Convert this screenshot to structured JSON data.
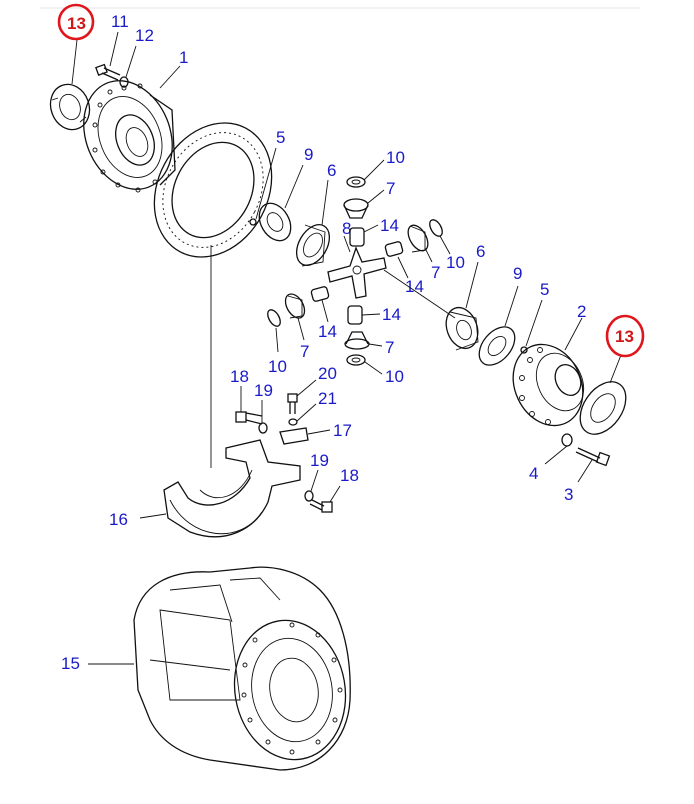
{
  "diagram": {
    "type": "exploded parts diagram",
    "highlight_color": "#e0161d",
    "label_color": "#1a1ac8",
    "highlighted_part": "13",
    "callouts": [
      {
        "id": "c-13a",
        "text": "13",
        "highlighted": true
      },
      {
        "id": "c-11",
        "text": "11"
      },
      {
        "id": "c-12",
        "text": "12"
      },
      {
        "id": "c-1",
        "text": "1"
      },
      {
        "id": "c-5a",
        "text": "5"
      },
      {
        "id": "c-9a",
        "text": "9"
      },
      {
        "id": "c-6a",
        "text": "6"
      },
      {
        "id": "c-10a",
        "text": "10"
      },
      {
        "id": "c-7a",
        "text": "7"
      },
      {
        "id": "c-14a",
        "text": "14"
      },
      {
        "id": "c-8",
        "text": "8"
      },
      {
        "id": "c-7b",
        "text": "7"
      },
      {
        "id": "c-10b",
        "text": "10"
      },
      {
        "id": "c-14b",
        "text": "14"
      },
      {
        "id": "c-6b",
        "text": "6"
      },
      {
        "id": "c-9b",
        "text": "9"
      },
      {
        "id": "c-5b",
        "text": "5"
      },
      {
        "id": "c-2",
        "text": "2"
      },
      {
        "id": "c-13b",
        "text": "13",
        "highlighted": true
      },
      {
        "id": "c-14c",
        "text": "14"
      },
      {
        "id": "c-14d",
        "text": "14"
      },
      {
        "id": "c-10c",
        "text": "10"
      },
      {
        "id": "c-7c",
        "text": "7"
      },
      {
        "id": "c-7d",
        "text": "7"
      },
      {
        "id": "c-10d",
        "text": "10"
      },
      {
        "id": "c-18a",
        "text": "18"
      },
      {
        "id": "c-19a",
        "text": "19"
      },
      {
        "id": "c-20",
        "text": "20"
      },
      {
        "id": "c-21",
        "text": "21"
      },
      {
        "id": "c-17",
        "text": "17"
      },
      {
        "id": "c-19b",
        "text": "19"
      },
      {
        "id": "c-18b",
        "text": "18"
      },
      {
        "id": "c-16",
        "text": "16"
      },
      {
        "id": "c-4",
        "text": "4"
      },
      {
        "id": "c-3",
        "text": "3"
      },
      {
        "id": "c-15",
        "text": "15"
      }
    ]
  }
}
